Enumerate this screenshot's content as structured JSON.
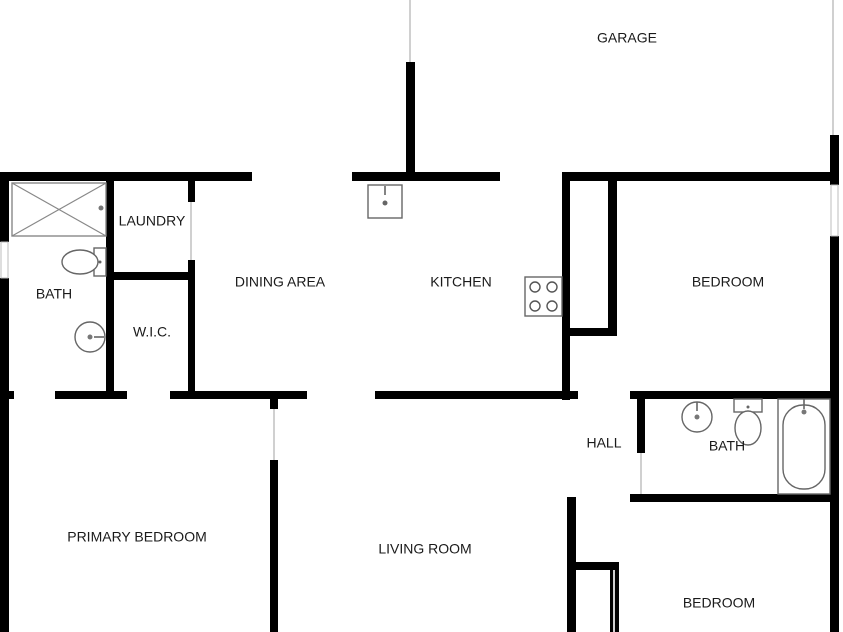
{
  "rooms": {
    "garage": "GARAGE",
    "laundry": "LAUNDRY",
    "bath_primary": "BATH",
    "wic": "W.I.C.",
    "dining": "DINING AREA",
    "kitchen": "KITCHEN",
    "bedroom_1": "BEDROOM",
    "hall": "HALL",
    "bath_2": "BATH",
    "primary_bedroom": "PRIMARY BEDROOM",
    "living_room": "LIVING ROOM",
    "bedroom_2": "BEDROOM"
  },
  "colors": {
    "wall": "#000000",
    "background": "#ffffff",
    "label": "#1a1a1a"
  },
  "icons": [
    "sink-icon",
    "toilet-icon",
    "shower-icon",
    "bathtub-icon",
    "cooktop-icon",
    "window-icon"
  ]
}
